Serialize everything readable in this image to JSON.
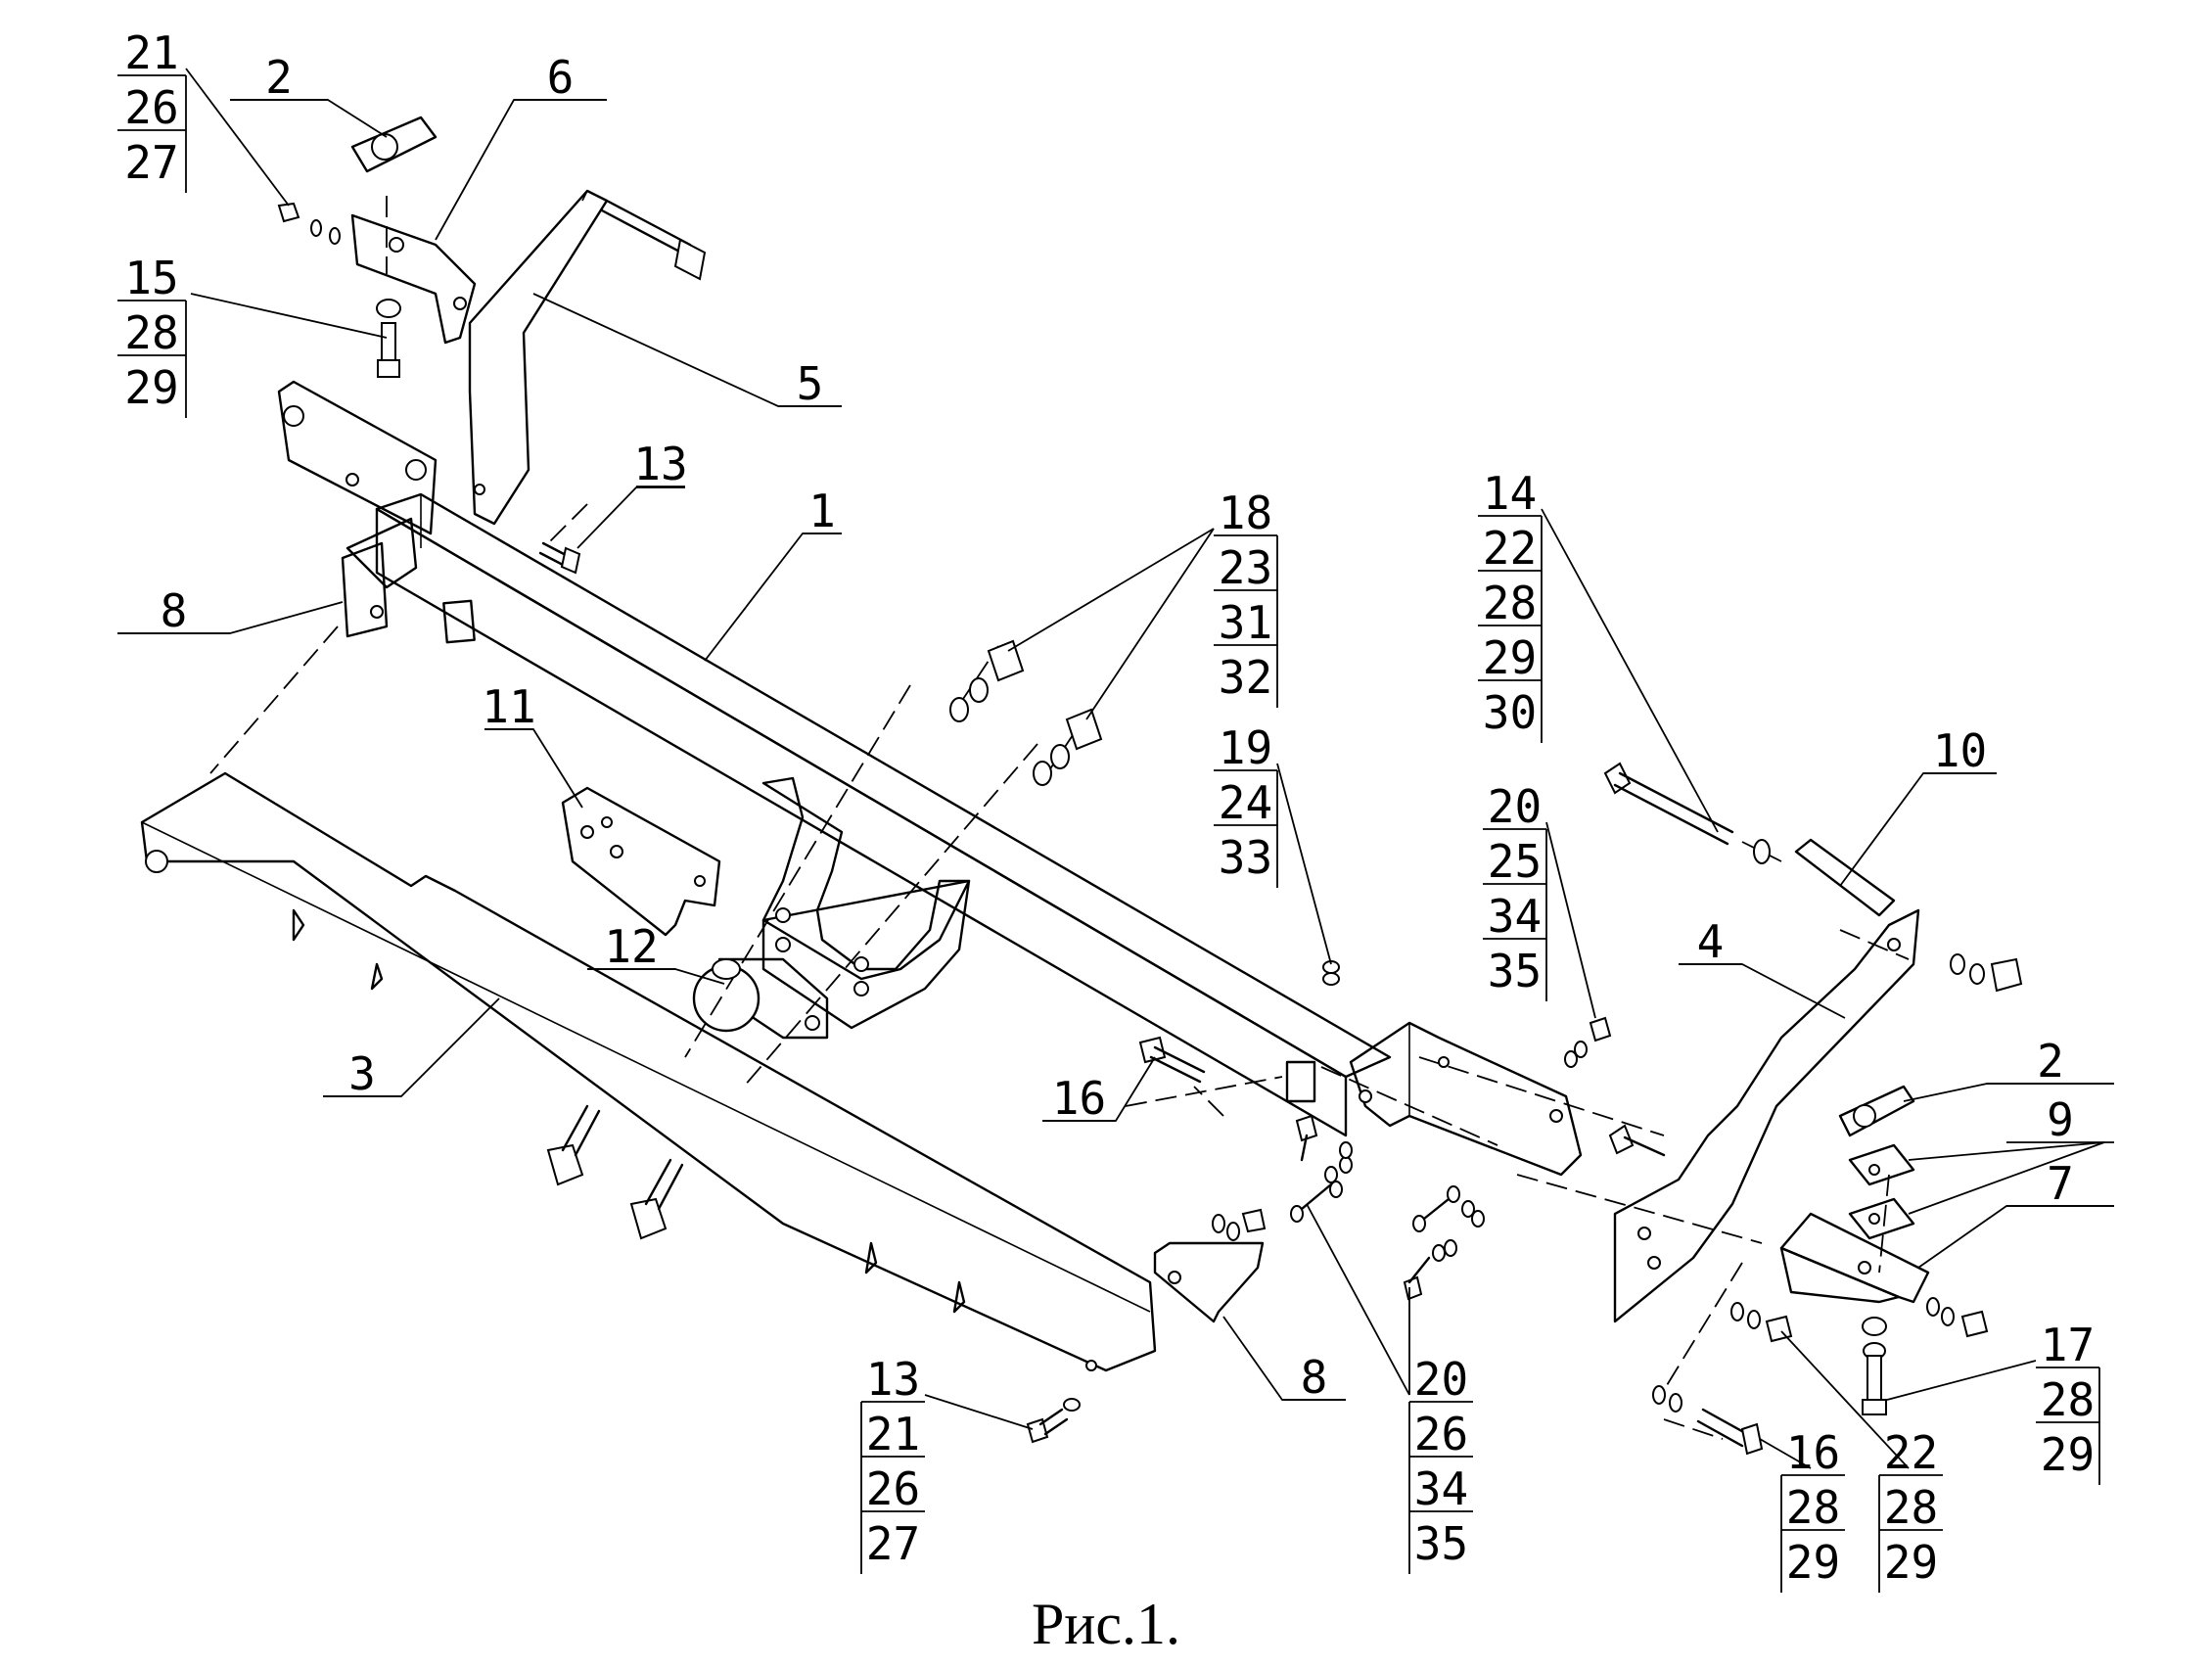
{
  "caption": "Рис.1.",
  "callouts": [
    {
      "id": "c-top-left",
      "lines": [
        "21",
        "26",
        "27"
      ]
    },
    {
      "id": "c-top-plate",
      "lines": [
        "2"
      ]
    },
    {
      "id": "c-bracket-6",
      "lines": [
        "6"
      ]
    },
    {
      "id": "c-bolt-15",
      "lines": [
        "15",
        "28",
        "29"
      ]
    },
    {
      "id": "c-arm-5",
      "lines": [
        "5"
      ]
    },
    {
      "id": "c-bolt-13-top",
      "lines": [
        "13"
      ]
    },
    {
      "id": "c-beam-1",
      "lines": [
        "1"
      ]
    },
    {
      "id": "c-bracket-8-left",
      "lines": [
        "8"
      ]
    },
    {
      "id": "c-nuts-18",
      "lines": [
        "18",
        "23",
        "31",
        "32"
      ]
    },
    {
      "id": "c-nut-19",
      "lines": [
        "19",
        "24",
        "33"
      ]
    },
    {
      "id": "c-nut-20",
      "lines": [
        "20",
        "25",
        "34",
        "35"
      ]
    },
    {
      "id": "c-bolt-14",
      "lines": [
        "14",
        "22",
        "28",
        "29",
        "30"
      ]
    },
    {
      "id": "c-sleeve-10",
      "lines": [
        "10"
      ]
    },
    {
      "id": "c-plate-11",
      "lines": [
        "11"
      ]
    },
    {
      "id": "c-ball-12",
      "lines": [
        "12"
      ]
    },
    {
      "id": "c-arm-4",
      "lines": [
        "4"
      ]
    },
    {
      "id": "c-plate-2-right",
      "lines": [
        "2"
      ]
    },
    {
      "id": "c-plates-9",
      "lines": [
        "9"
      ]
    },
    {
      "id": "c-bracket-7",
      "lines": [
        "7"
      ]
    },
    {
      "id": "c-bumper-3",
      "lines": [
        "3"
      ]
    },
    {
      "id": "c-bolt-16-mid",
      "lines": [
        "16"
      ]
    },
    {
      "id": "c-bracket-8-bottom",
      "lines": [
        "8"
      ]
    },
    {
      "id": "c-bolt-17",
      "lines": [
        "17",
        "28",
        "29"
      ]
    },
    {
      "id": "c-bolt-13-bottom",
      "lines": [
        "13",
        "21",
        "26",
        "27"
      ]
    },
    {
      "id": "c-bolt-20-bottom",
      "lines": [
        "20",
        "26",
        "34",
        "35"
      ]
    },
    {
      "id": "c-bolt-16-bottom",
      "lines": [
        "16",
        "28",
        "29"
      ]
    },
    {
      "id": "c-nut-22",
      "lines": [
        "22",
        "28",
        "29"
      ]
    }
  ]
}
